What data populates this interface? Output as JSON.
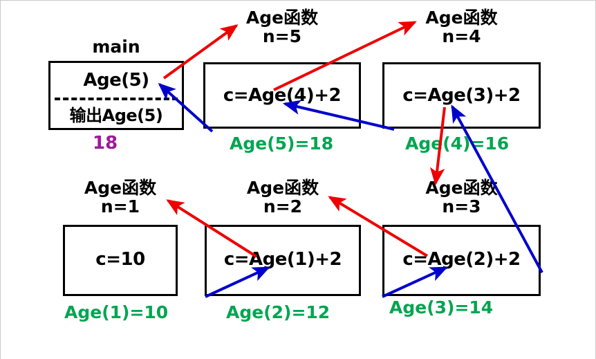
{
  "diagram": {
    "title": "Age recursive function call stack trace",
    "colors": {
      "box_border": "#000000",
      "call_arrow": "#ee0000",
      "return_arrow": "#0000cc",
      "result_text": "#00a550",
      "output_text": "#a0189a",
      "background": "#ffffff"
    },
    "frames": [
      {
        "id": "main",
        "caption_line1": "main",
        "caption_line2": "",
        "body_line1": "Age(5)",
        "body_line2": "输出Age(5)",
        "has_divider": true,
        "result": "",
        "output": "18"
      },
      {
        "id": "age5",
        "caption_line1": "Age函数",
        "caption_line2": "n=5",
        "body_line1": "c=Age(4)+2",
        "body_line2": "",
        "has_divider": false,
        "result": "Age(5)=18",
        "output": ""
      },
      {
        "id": "age4",
        "caption_line1": "Age函数",
        "caption_line2": "n=4",
        "body_line1": "c=Age(3)+2",
        "body_line2": "",
        "has_divider": false,
        "result": "Age(4)=16",
        "output": ""
      },
      {
        "id": "age1",
        "caption_line1": "Age函数",
        "caption_line2": "n=1",
        "body_line1": "c=10",
        "body_line2": "",
        "has_divider": false,
        "result": "Age(1)=10",
        "output": ""
      },
      {
        "id": "age2",
        "caption_line1": "Age函数",
        "caption_line2": "n=2",
        "body_line1": "c=Age(1)+2",
        "body_line2": "",
        "has_divider": false,
        "result": "Age(2)=12",
        "output": ""
      },
      {
        "id": "age3",
        "caption_line1": "Age函数",
        "caption_line2": "n=3",
        "body_line1": "c=Age(2)+2",
        "body_line2": "",
        "has_divider": false,
        "result": "Age(3)=14",
        "output": ""
      }
    ],
    "arrows": [
      {
        "id": "call-main-to-age5",
        "kind": "call",
        "color": "#ee0000",
        "from": "main Age(5)",
        "to": "Age函数 n=5"
      },
      {
        "id": "call-age5-to-age4",
        "kind": "call",
        "color": "#ee0000",
        "from": "c=Age(4)+2",
        "to": "Age函数 n=4"
      },
      {
        "id": "call-age4-to-age3",
        "kind": "call",
        "color": "#ee0000",
        "from": "c=Age(3)+2",
        "to": "Age函数 n=3"
      },
      {
        "id": "call-age3-to-age2",
        "kind": "call",
        "color": "#ee0000",
        "from": "c=Age(2)+2",
        "to": "Age函数 n=2"
      },
      {
        "id": "call-age2-to-age1",
        "kind": "call",
        "color": "#ee0000",
        "from": "c=Age(1)+2",
        "to": "Age函数 n=1"
      },
      {
        "id": "return-age1-to-age2",
        "kind": "return",
        "color": "#0000cc",
        "from": "Age(1)=10",
        "to": "c=Age(1)+2"
      },
      {
        "id": "return-age2-to-age3",
        "kind": "return",
        "color": "#0000cc",
        "from": "Age(2)=12",
        "to": "c=Age(2)+2"
      },
      {
        "id": "return-age3-to-age4",
        "kind": "return",
        "color": "#0000cc",
        "from": "Age(3)=14",
        "to": "c=Age(3)+2"
      },
      {
        "id": "return-age4-to-age5",
        "kind": "return",
        "color": "#0000cc",
        "from": "Age(4)=16",
        "to": "c=Age(4)+2"
      },
      {
        "id": "return-age5-to-main",
        "kind": "return",
        "color": "#0000cc",
        "from": "Age(5)=18",
        "to": "main Age(5)"
      }
    ]
  }
}
